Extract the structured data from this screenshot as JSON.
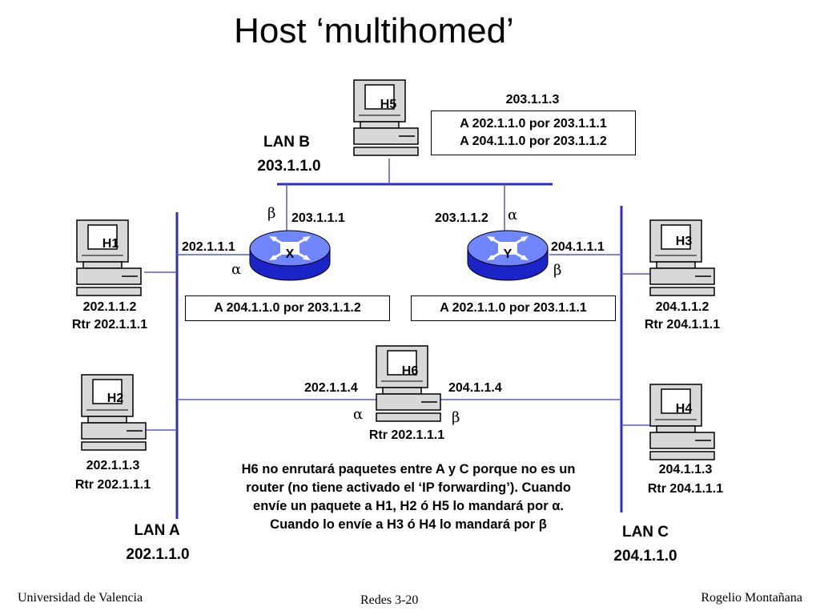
{
  "title": "Host ‘multihomed’",
  "lans": {
    "a": {
      "name": "LAN A",
      "net": "202.1.1.0"
    },
    "b": {
      "name": "LAN B",
      "net": "203.1.1.0"
    },
    "c": {
      "name": "LAN C",
      "net": "204.1.1.0"
    }
  },
  "hosts": {
    "h1": {
      "name": "H1",
      "ip": "202.1.1.2",
      "rtr": "Rtr 202.1.1.1"
    },
    "h2": {
      "name": "H2",
      "ip": "202.1.1.3",
      "rtr": "Rtr 202.1.1.1"
    },
    "h3": {
      "name": "H3",
      "ip": "204.1.1.2",
      "rtr": "Rtr 204.1.1.1"
    },
    "h4": {
      "name": "H4",
      "ip": "204.1.1.3",
      "rtr": "Rtr 204.1.1.1"
    },
    "h5": {
      "name": "H5",
      "ip": "203.1.1.3",
      "route1": "A 202.1.1.0 por 203.1.1.1",
      "route2": "A 204.1.1.0 por 203.1.1.2"
    },
    "h6": {
      "name": "H6",
      "ip_a": "202.1.1.4",
      "ip_c": "204.1.1.4",
      "rtr": "Rtr 202.1.1.1",
      "alpha": "α",
      "beta": "β"
    }
  },
  "routers": {
    "x": {
      "name": "X",
      "ip_b": "203.1.1.1",
      "ip_a": "202.1.1.1",
      "route": "A 204.1.1.0 por 203.1.1.2",
      "alpha": "α",
      "beta": "β"
    },
    "y": {
      "name": "Y",
      "ip_b": "203.1.1.2",
      "ip_c": "204.1.1.1",
      "route": "A 202.1.1.0 por 203.1.1.1",
      "alpha": "α",
      "beta": "β"
    }
  },
  "note": "H6 no enrutará paquetes entre A y C porque no es un router (no tiene activado el ‘IP forwarding’). Cuando envíe un paquete a H1, H2 ó H5 lo mandará por α. Cuando lo envíe a H3 ó H4 lo mandará por β",
  "footer": {
    "left": "Universidad de Valencia",
    "center": "Redes 3-20",
    "right": "Rogelio Montañana"
  },
  "colors": {
    "lan": "#2f2fbf",
    "link": "#5a5ad0",
    "router_top": "#6f86ff",
    "router_side": "#1a24c8",
    "host_body": "#d8d8d8"
  }
}
